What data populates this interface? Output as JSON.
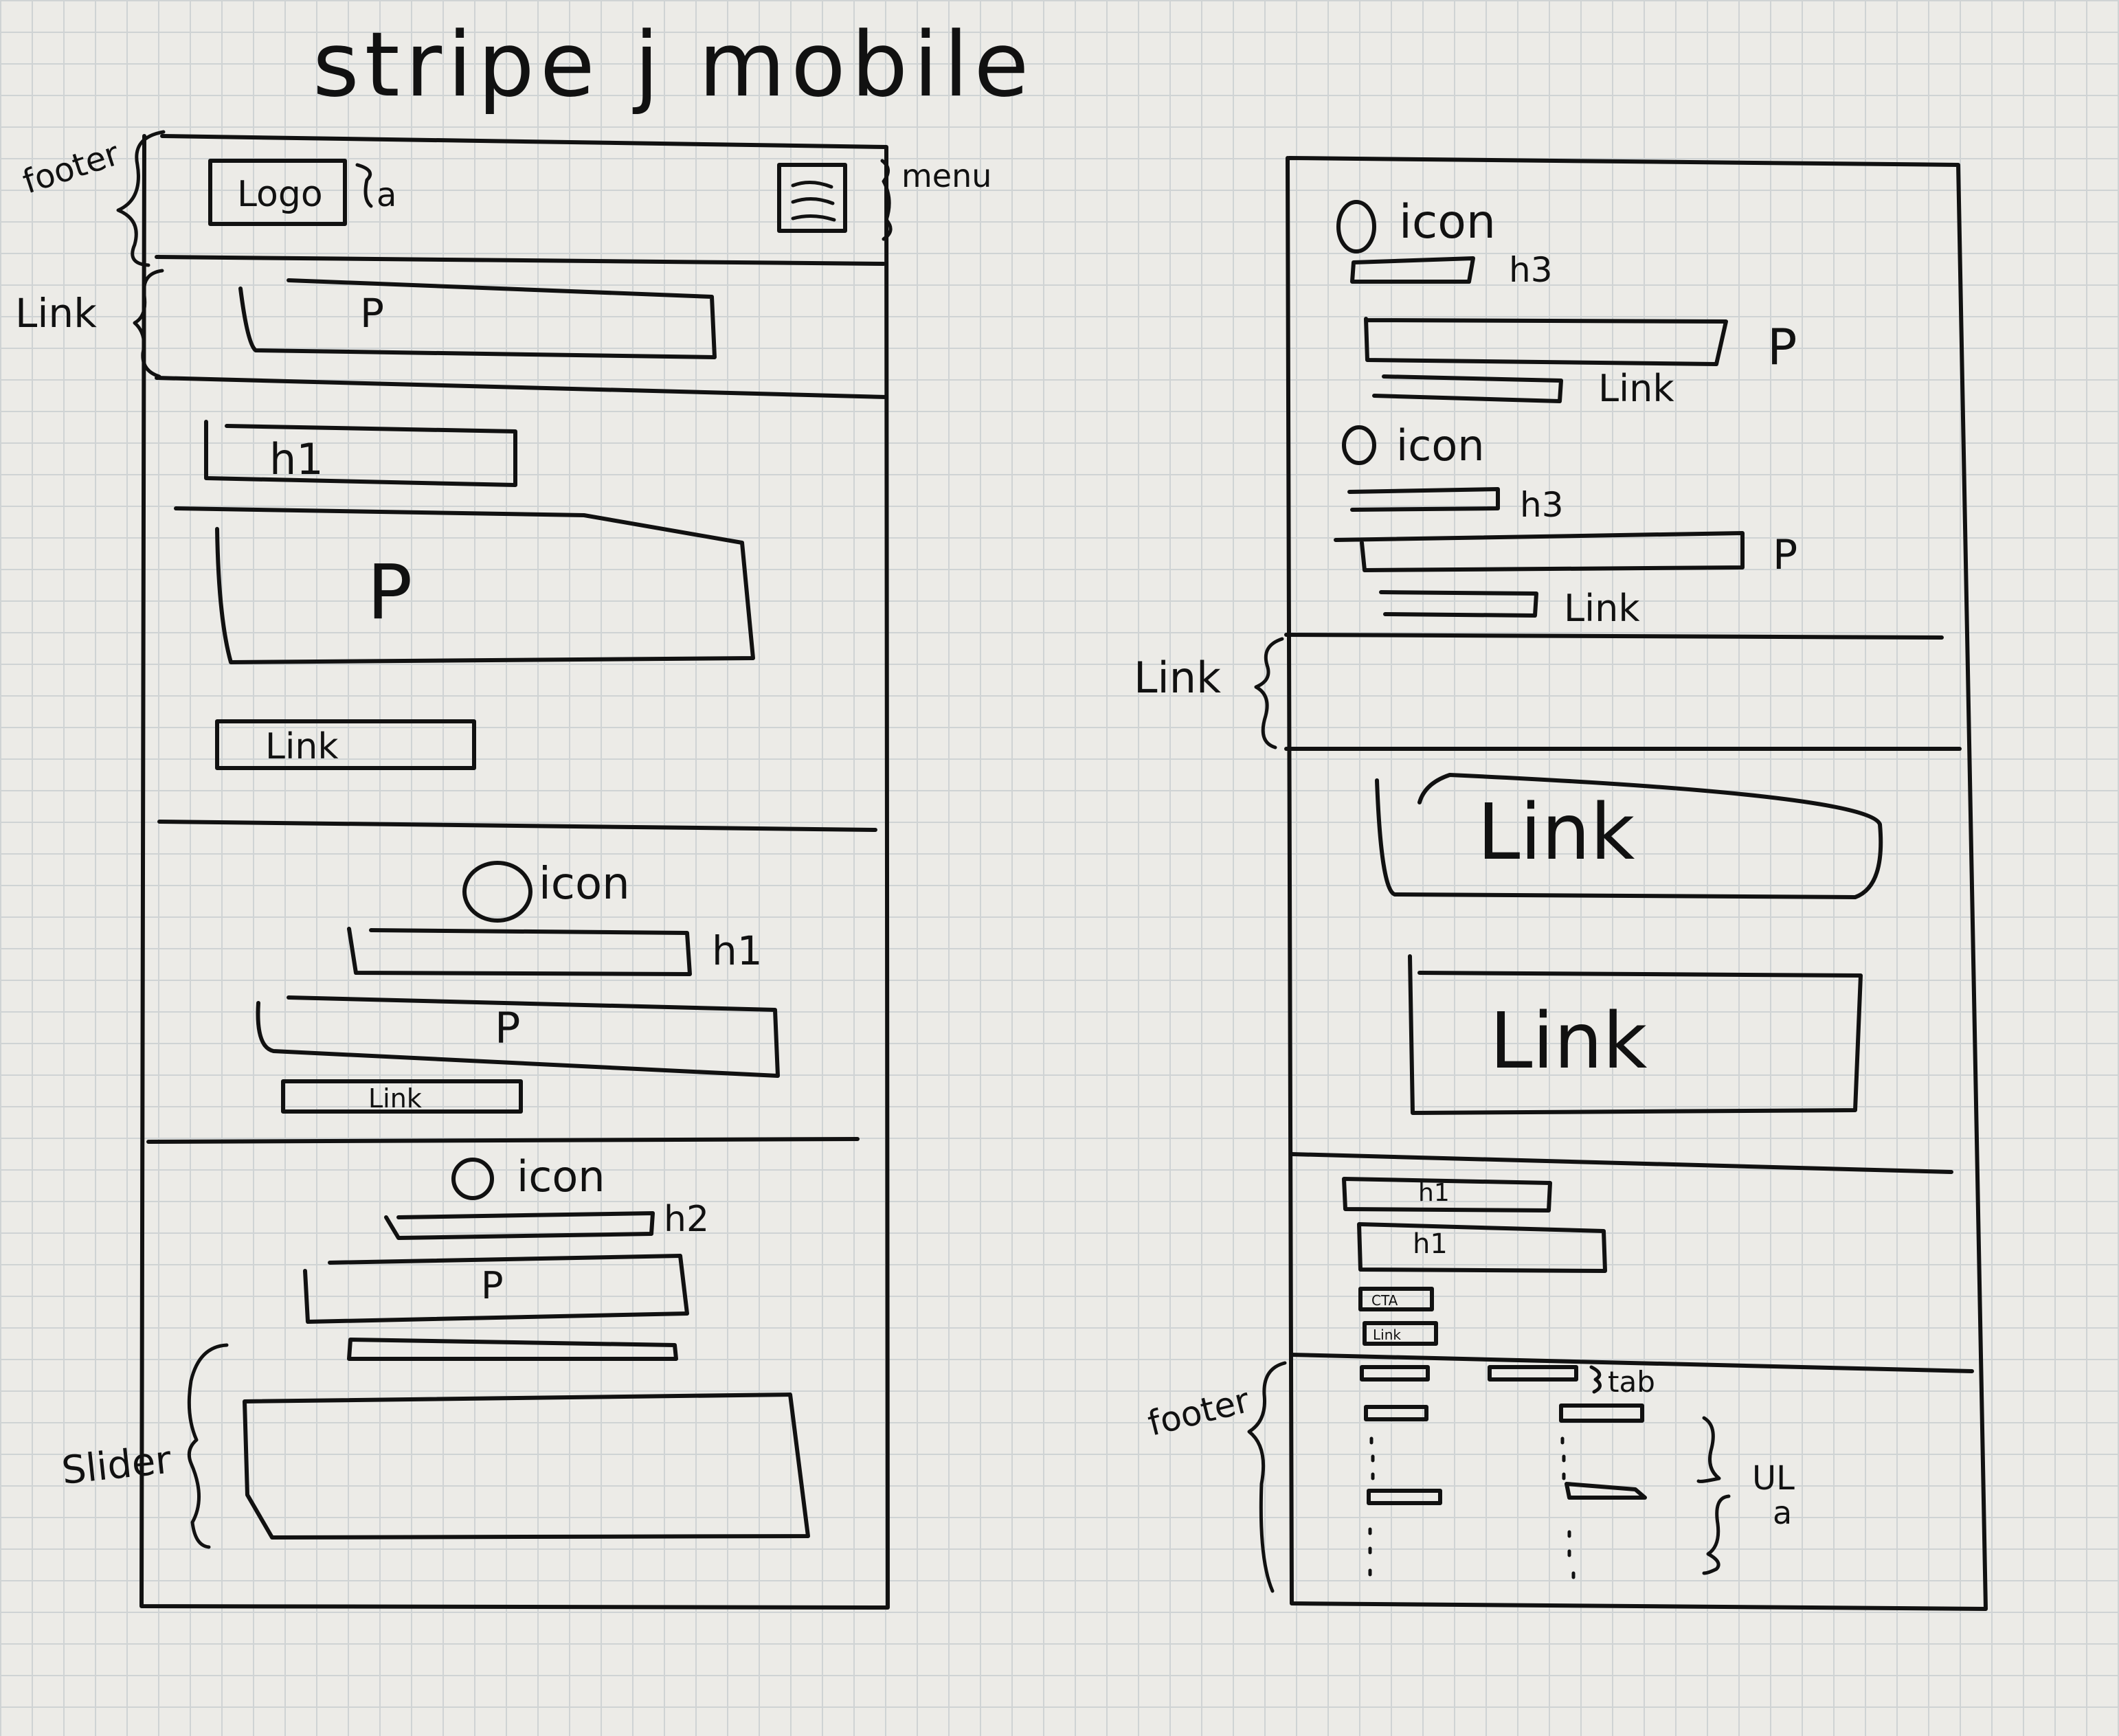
{
  "title": "stripe j mobile",
  "left_labels": {
    "footer": "footer",
    "link": "Link",
    "slider": "Slider"
  },
  "left_header": {
    "logo": "Logo",
    "a": "a",
    "menu": "menu"
  },
  "left_sections": {
    "link_p": "P",
    "hero_h1": "h1",
    "hero_p": "P",
    "hero_link": "Link",
    "feature1_icon": "icon",
    "feature1_h1": "h1",
    "feature1_p": "P",
    "feature1_link": "Link",
    "feature2_icon": "icon",
    "feature2_h2": "h2",
    "feature2_p": "P"
  },
  "right_sections": {
    "icon1": "icon",
    "h3_1": "h3",
    "p_1": "P",
    "link_1": "Link",
    "icon2": "icon",
    "h3_2": "h3",
    "p_2": "P",
    "link_2": "Link",
    "link_label": "Link",
    "big_link_1": "Link",
    "big_link_2": "Link",
    "h1_a": "h1",
    "h1_b": "h1",
    "cta": "CTA",
    "small_link": "Link",
    "footer_label": "footer",
    "tab_label": "tab",
    "ul_label": "UL",
    "a_label": "a"
  }
}
